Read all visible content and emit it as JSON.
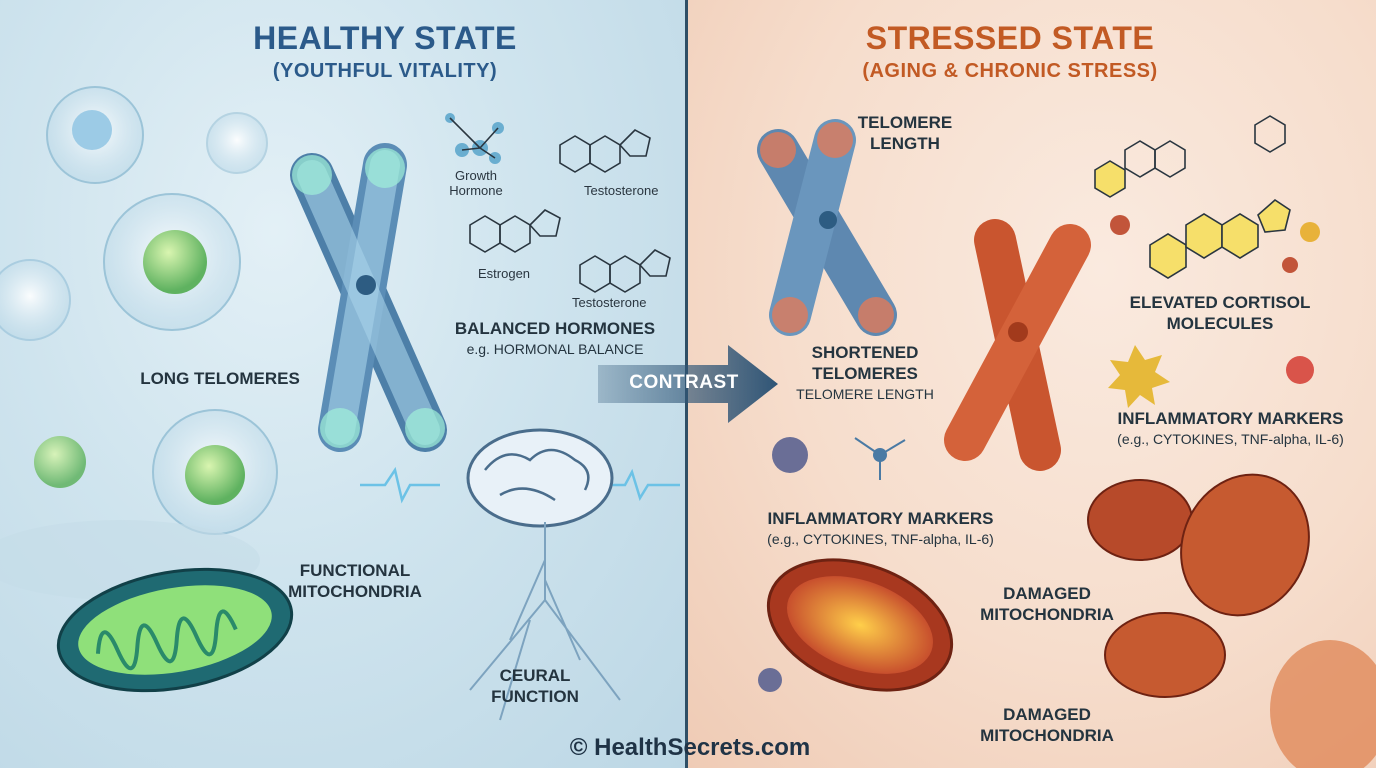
{
  "healthy": {
    "title": "HEALTHY STATE",
    "subtitle": "(YOUTHFUL VITALITY)",
    "long_telomeres": "LONG TELOMERES",
    "growth_hormone": "Growth Hormone",
    "testosterone_1": "Testosterone",
    "estrogen": "Estrogen",
    "testosterone_2": "Testosterone",
    "balanced_hormones": "BALANCED HORMONES",
    "balanced_hormones_sub": "e.g. HORMONAL BALANCE",
    "functional_mito": "FUNCTIONAL MITOCHONDRIA",
    "neural_function": "CEURAL FUNCTION"
  },
  "contrast": "CONTRAST",
  "stressed": {
    "title": "STRESSED STATE",
    "subtitle": "(AGING & CHRONIC STRESS)",
    "telomere_length": "TELOMERE LENGTH",
    "shortened_telomeres": "SHORTENED TELOMERES",
    "shortened_sub": "TELOMERE LENGTH",
    "elevated_cortisol": "ELEVATED CORTISOL MOLECULES",
    "inflammatory_1": "INFLAMMATORY MARKERS",
    "inflammatory_1_sub": "(e.g., CYTOKINES, TNF-alpha, IL-6)",
    "inflammatory_2": "INFLAMMATORY MARKERS",
    "inflammatory_2_sub": "(e.g., CYTOKINES, TNF-alpha, IL-6)",
    "damaged_mito_1": "DAMAGED MITOCHONDRIA",
    "damaged_mito_2": "DAMAGED MITOCHONDRIA"
  },
  "footer": "© HealthSecrets.com",
  "colors": {
    "healthy_title": "#2b5a8a",
    "stressed_title": "#c25a24",
    "divider": "#2f4f66",
    "arrow": "#2f5576"
  }
}
